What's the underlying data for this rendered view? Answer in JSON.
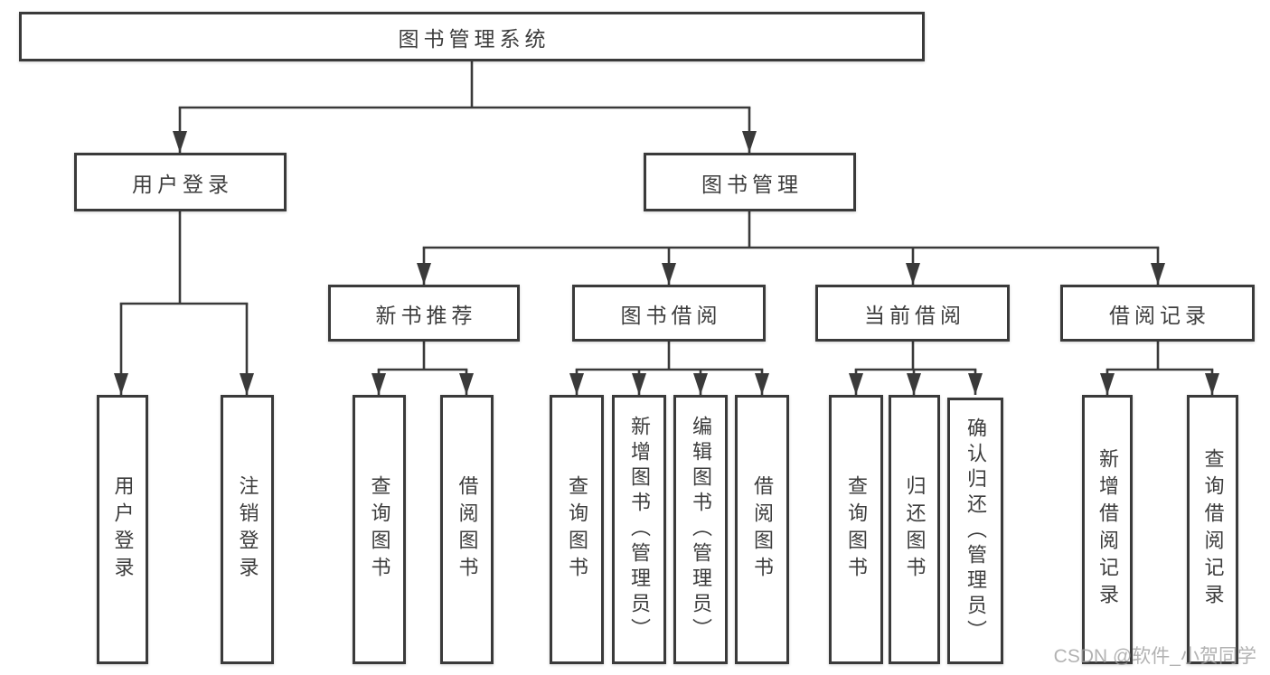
{
  "colors": {
    "background": "#ffffff",
    "line": "#3a3a3a",
    "box_border": "#3a3a3a",
    "text": "#3d3d3d",
    "watermark": "#a0a0a0"
  },
  "diagram": {
    "type": "hierarchy-tree",
    "root": {
      "label": "图书管理系统"
    },
    "branches": [
      {
        "label": "用户登录",
        "children": [
          "用户登录",
          "注销登录"
        ]
      },
      {
        "label": "图书管理",
        "children": [
          {
            "label": "新书推荐",
            "children": [
              "查询图书",
              "借阅图书"
            ]
          },
          {
            "label": "图书借阅",
            "children": [
              "查询图书",
              "新增图书（管理员）",
              "编辑图书（管理员）",
              "借阅图书"
            ]
          },
          {
            "label": "当前借阅",
            "children": [
              "查询图书",
              "归还图书",
              "确认归还（管理员）"
            ]
          },
          {
            "label": "借阅记录",
            "children": [
              "新增借阅记录",
              "查询借阅记录"
            ]
          }
        ]
      }
    ]
  },
  "watermark": {
    "text": "CSDN @软件_小贺同学"
  }
}
